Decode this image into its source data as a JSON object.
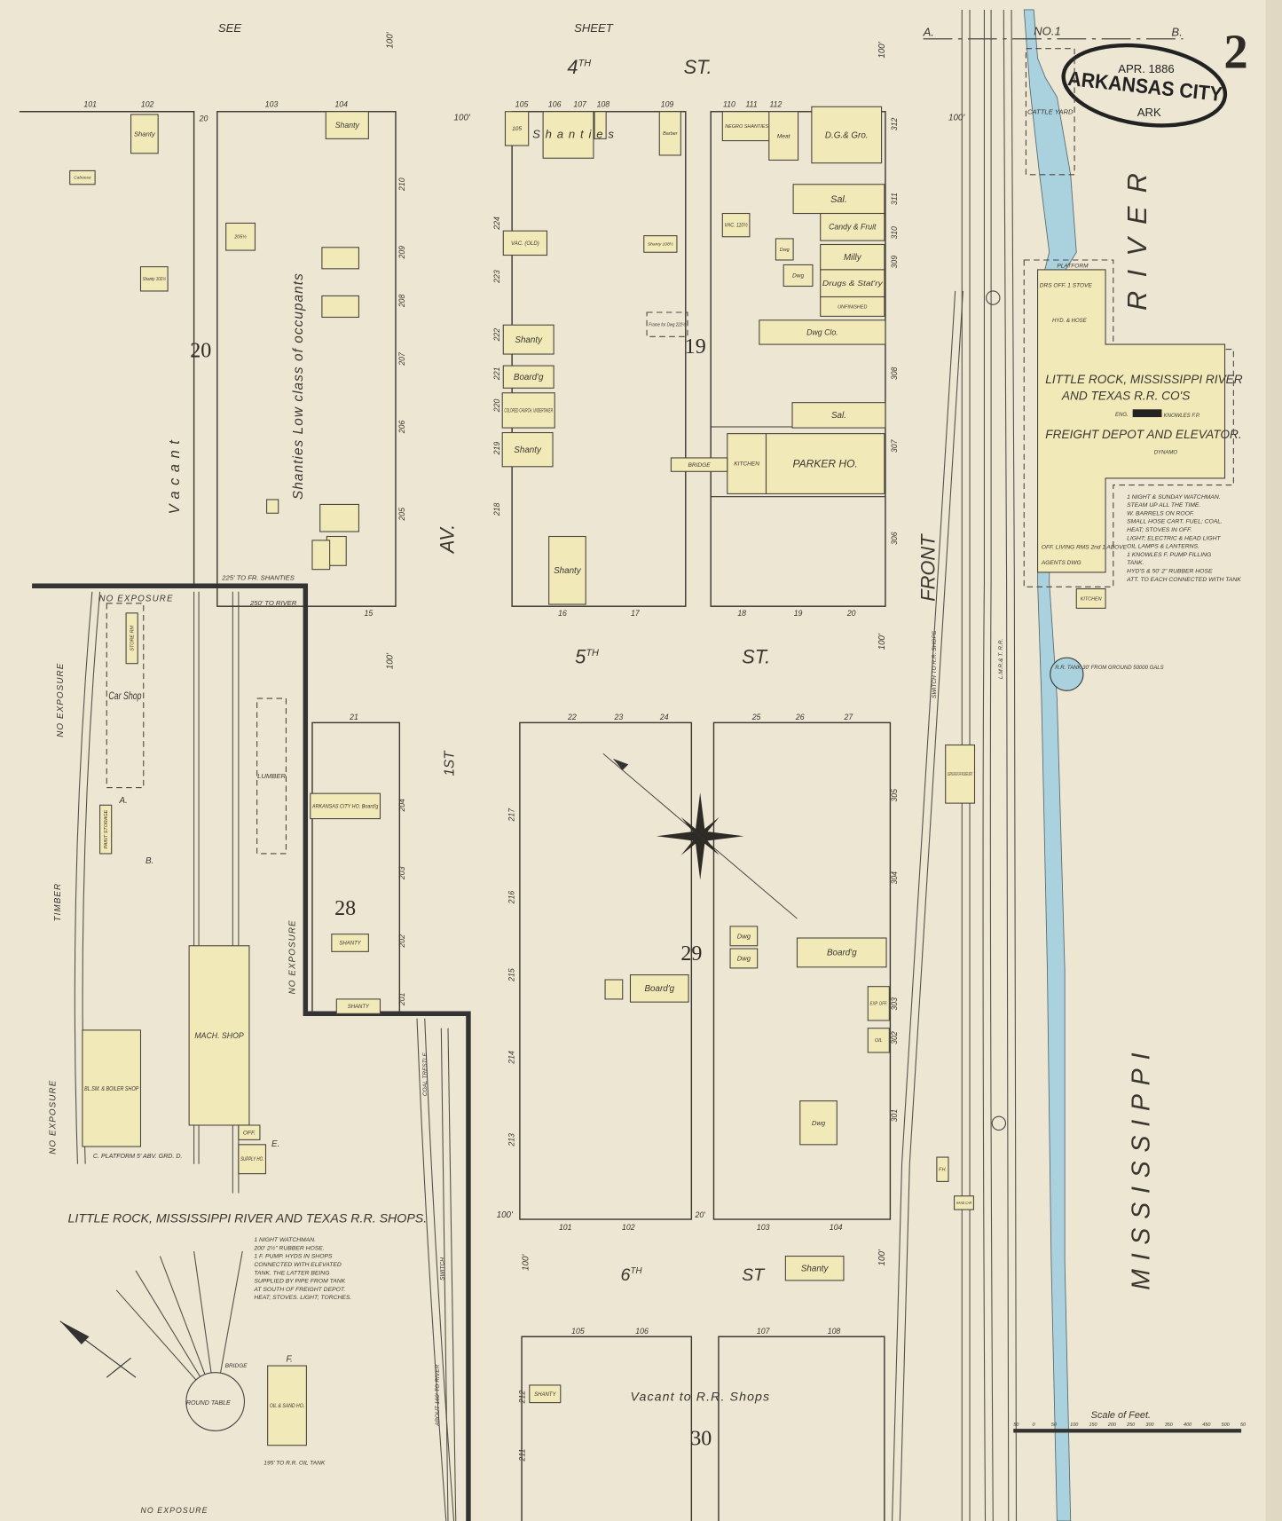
{
  "sheet": {
    "see": "SEE",
    "sheet": "SHEET",
    "a": "A.",
    "no": "NO.1",
    "b": "B.",
    "number": "2"
  },
  "stamp": {
    "date": "APR. 1886",
    "city": "ARKANSAS CITY",
    "state": "ARK"
  },
  "streets": {
    "fourth": {
      "num": "4",
      "sup": "TH",
      "st": "ST."
    },
    "fifth": {
      "num": "5",
      "sup": "TH",
      "st": "ST."
    },
    "sixth": {
      "num": "6",
      "sup": "TH",
      "st": "ST"
    },
    "front": "FRONT",
    "avenue": "AV.",
    "first": "1ST"
  },
  "river": {
    "upper": "RIVER",
    "lower": "MISSISSIPPI"
  },
  "blocks": {
    "b20": "20",
    "b19": "19",
    "b28": "28",
    "b29": "29",
    "b30": "30"
  },
  "block_notes": {
    "vacant": "Vacant",
    "shanties": "Shanties  Low class of occupants",
    "shanties_word": "S h a n t i e s",
    "vacant_to_shops": "Vacant to R.R. Shops",
    "shanties_225": "225' TO FR. SHANTIES"
  },
  "buildings": [
    "105",
    "",
    "",
    "Barber",
    "Shanty",
    "Caboose",
    "205½",
    "Shanty 102½",
    "Shanty",
    "",
    "",
    "",
    "",
    "",
    "",
    "VAC. (OLD)",
    "Shanty 108½",
    "Frame for Dwg 222½",
    "Shanty",
    "Board'g",
    "COLORED CHURCH. UNDERTAKER",
    "Shanty",
    "Shanty",
    "NEGRO SHANTIES",
    "Meat",
    "D.G.& Gro.",
    "Sal.",
    "Candy & Fruit",
    "Milly",
    "Drugs & Stat'ry",
    "UNFINISHED",
    "Dwg",
    "Dwg",
    "VAC. 110½",
    "Dwg            Clo.",
    "Sal.",
    "KITCHEN",
    "PARKER HO.",
    "BRIDGE",
    "ARKANSAS CITY HO. Board'g",
    "SHANTY",
    "SHANTY",
    "Dwg",
    "Dwg",
    "Board'g",
    "",
    "Board'g",
    "EXP. OFF.",
    "OIL",
    "Dwg",
    "SHANTY",
    "Shanty",
    "Car Shop",
    "STORE RM",
    "PAINT STORAGE",
    "MACH. SHOP",
    "BL.SM. & BOILER SHOP",
    "OFF.",
    "SUPPLY HO.",
    "OIL & SAND HO.",
    "LUMBER",
    "SLEEPING RM EXP. OFF. PASSENGER DEPOT",
    "F.H.",
    "HAND CAR",
    "KITCHEN",
    "CATTLE YARD"
  ],
  "lots": [
    "101",
    "102",
    "20",
    "103",
    "104",
    "105",
    "106",
    "107",
    "108",
    "109",
    "110",
    "111",
    "112",
    "15",
    "16",
    "17",
    "18",
    "19",
    "20",
    "21",
    "22",
    "23",
    "24",
    "25",
    "26",
    "27",
    "101",
    "102",
    "20'",
    "103",
    "104",
    "105",
    "106",
    "107",
    "108",
    "224",
    "223",
    "222",
    "221",
    "220",
    "219",
    "218",
    "210",
    "209",
    "208",
    "207",
    "206",
    "205",
    "204",
    "203",
    "202",
    "201",
    "217",
    "216",
    "215",
    "214",
    "213",
    "212",
    "211",
    "312",
    "311",
    "310",
    "309",
    "308",
    "307",
    "306",
    "305",
    "304",
    "303",
    "302",
    "301"
  ],
  "dims": [
    "100'",
    "100'",
    "100'",
    "100'",
    "100'",
    "100'",
    "100'",
    "100'",
    "100'"
  ],
  "depot": {
    "title1": "LITTLE ROCK, MISSISSIPPI RIVER",
    "title2": "AND TEXAS R.R. CO'S",
    "title3": "FREIGHT DEPOT AND ELEVATOR.",
    "platform": "PLATFORM",
    "dispatch_office": "DRS OFF. 1 STOVE",
    "hyd_hose": "HYD. & HOSE",
    "eng": "ENG.",
    "dynamo": "DYNAMO",
    "knowles": "KNOWLES F.P.",
    "office": "OFF. LIVING RMS 2nd 1 ABOVE",
    "agents": "AGENTS DWG",
    "notes": [
      "1 NIGHT & SUNDAY WATCHMAN.",
      "STEAM UP ALL THE TIME.",
      "W. BARRELS ON ROOF.",
      "SMALL HOSE CART. FUEL; COAL.",
      "HEAT; STOVES IN OFF.",
      "LIGHT; ELECTRIC & HEAD LIGHT",
      "OIL LAMPS & LANTERNS.",
      "1 KNOWLES F. PUMP FILLING",
      "TANK.",
      "HYD'S & 50' 2\" RUBBER HOSE",
      "ATT. TO EACH CONNECTED WITH TANK"
    ],
    "tank": "R.R. TANK 30' FROM GROUND 50000 GALS",
    "lmrt": "L.M.R.& T. R.R.",
    "switch": "SWITCH TO R.R. SHOPS"
  },
  "shops": {
    "title": "LITTLE ROCK, MISSISSIPPI RIVER AND TEXAS R.R. SHOPS.",
    "notes": [
      "1 NIGHT WATCHMAN.",
      "200' 2½\" RUBBER HOSE.",
      "1 F. PUMP. HYDS IN SHOPS",
      "CONNECTED WITH ELEVATED",
      "TANK. THE LATTER BEING",
      "SUPPLIED BY PIPE FROM TANK",
      "AT SOUTH OF FREIGHT DEPOT.",
      "HEAT; STOVES. LIGHT; TORCHES."
    ],
    "no_exposure": "NO EXPOSURE",
    "timber": "TIMBER",
    "round_table": "ROUND TABLE",
    "bridge": "BRIDGE",
    "river_250": "250' TO RIVER",
    "platform": "C.   PLATFORM 5' ABV. GRD.   D.",
    "coal_trestle": "COAL TRESTLE",
    "to_river": "ABOUT 160' TO RIVER",
    "switch": "SWITCH",
    "oil_tank": "195' TO R.R. OIL TANK",
    "markers": [
      "A.",
      "B.",
      "E.",
      "F."
    ]
  },
  "scale": {
    "label": "Scale of Feet.",
    "ticks": [
      "50",
      "0",
      "50",
      "100",
      "150",
      "200",
      "250",
      "300",
      "350",
      "400",
      "450",
      "500",
      "50"
    ]
  },
  "colors": {
    "paper": "#ece6d3",
    "frame_building": "#f2e9b8",
    "brick_building": "#e8b7bd",
    "water": "#a9d2de",
    "ink": "#3a3630"
  }
}
